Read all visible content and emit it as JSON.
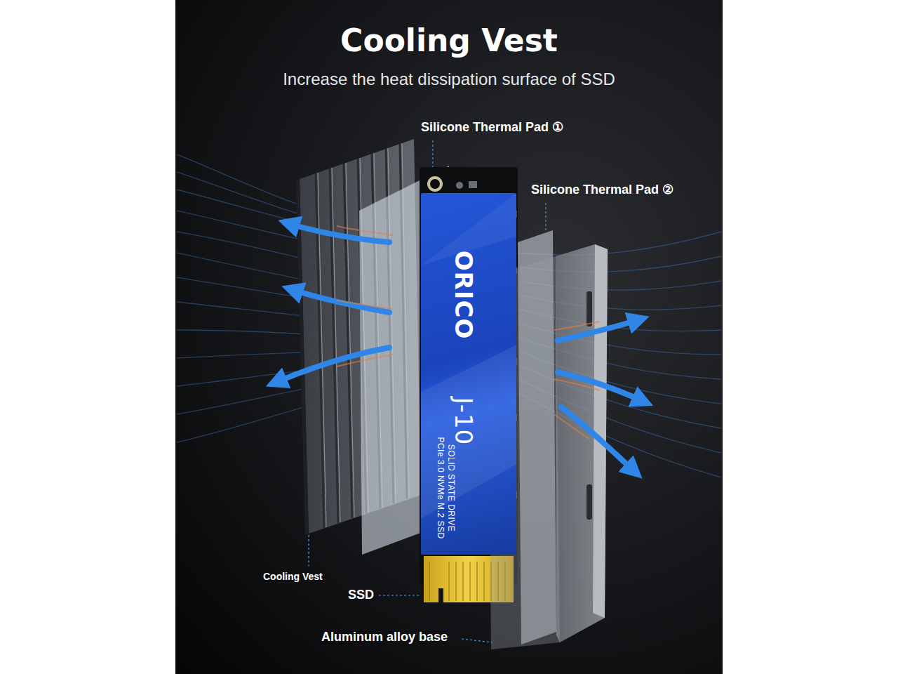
{
  "diagram": {
    "title": "Cooling Vest",
    "caption": "Increase the heat dissipation surface of SSD",
    "nodes": [
      {
        "text": [
          "ORICO",
          "J-10",
          "SOLID STATE DRIVE",
          "PCIe 3.0 NVMe M.2 SSD"
        ]
      }
    ],
    "labels": [
      "Silicone Thermal Pad ①",
      "Silicone Thermal Pad ②",
      "Cooling Vest",
      "SSD",
      "Aluminum alloy base"
    ]
  }
}
